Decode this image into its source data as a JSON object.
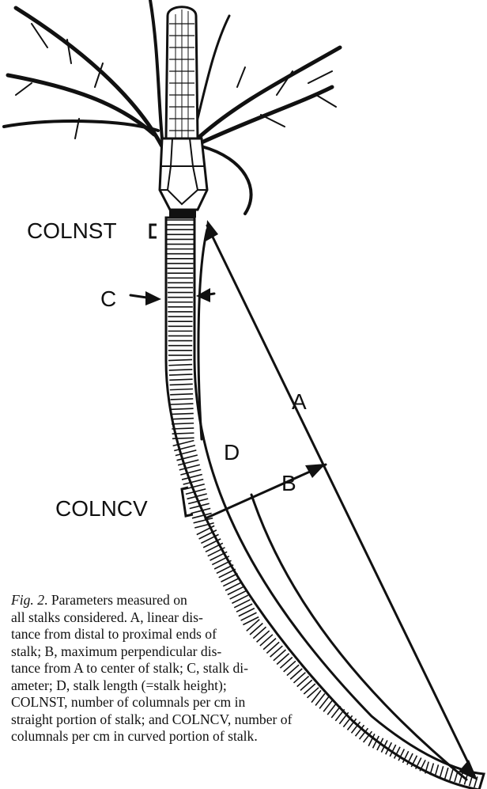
{
  "labels": {
    "colnst": "COLNST",
    "c": "C",
    "a": "A",
    "d": "D",
    "b": "B",
    "colncv": "COLNCV"
  },
  "caption": {
    "fig_ref": "Fig. 2",
    "lines": [
      ". Parameters measured on",
      "all stalks considered. A, linear dis-",
      "tance from distal to proximal ends of",
      "stalk; B, maximum perpendicular dis-",
      "tance from A to center of stalk; C, stalk di-",
      "ameter; D, stalk length (=stalk height);",
      "COLNST, number of columnals per cm in",
      "straight portion of stalk; and COLNCV, number of",
      "columnals per cm in curved portion of stalk."
    ]
  },
  "colors": {
    "ink": "#111111",
    "background": "#ffffff"
  }
}
